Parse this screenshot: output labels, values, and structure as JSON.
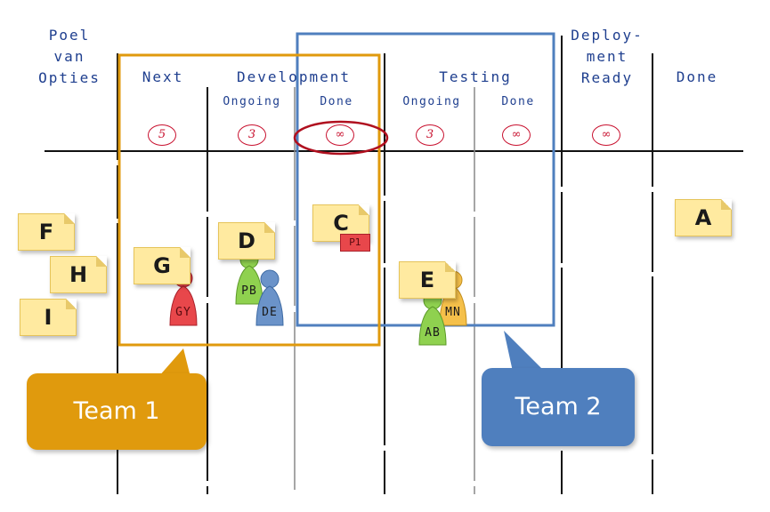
{
  "columns": {
    "backlog": "Poel\nvan\nOpties",
    "next": "Next",
    "development": "Development",
    "testing": "Testing",
    "deployment_ready": "Deploy-\nment\nReady",
    "done": "Done"
  },
  "subcolumns": {
    "dev_ongoing": "Ongoing",
    "dev_done": "Done",
    "test_ongoing": "Ongoing",
    "test_done": "Done"
  },
  "wip_limits": {
    "next": "5",
    "dev_ongoing": "3",
    "dev_done": "∞",
    "test_ongoing": "3",
    "test_done": "∞",
    "deployment_ready": "∞"
  },
  "cards": {
    "F": "F",
    "H": "H",
    "I": "I",
    "G": "G",
    "D": "D",
    "C": "C",
    "E": "E",
    "A": "A"
  },
  "blocker_tag": "P1",
  "people": {
    "gy": {
      "initials": "GY",
      "color": "#e8474b"
    },
    "pb": {
      "initials": "PB",
      "color": "#8fd14f"
    },
    "de": {
      "initials": "DE",
      "color": "#6b93c9"
    },
    "mn": {
      "initials": "MN",
      "color": "#f5c04a"
    },
    "ab": {
      "initials": "AB",
      "color": "#8fd14f"
    }
  },
  "teams": {
    "team1": {
      "label": "Team 1",
      "color": "#e09a0d"
    },
    "team2": {
      "label": "Team 2",
      "color": "#4f7fbe"
    }
  }
}
